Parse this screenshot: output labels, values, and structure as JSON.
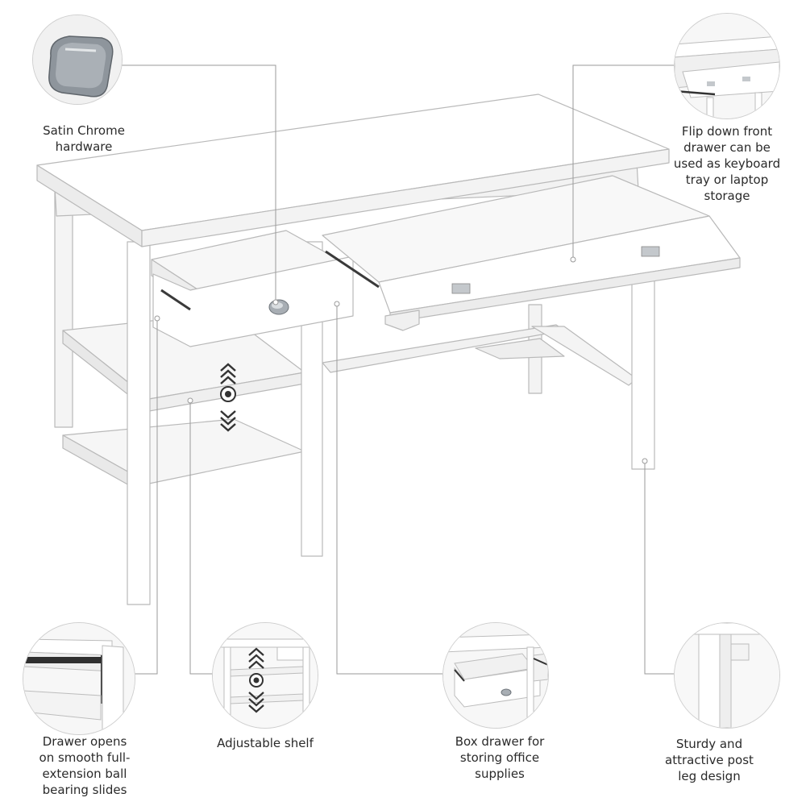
{
  "callouts": {
    "hardware": {
      "lines": [
        "Satin Chrome",
        "hardware"
      ]
    },
    "flip_drawer": {
      "lines": [
        "Flip down front",
        "drawer can be",
        "used as keyboard",
        "tray or laptop",
        "storage"
      ]
    },
    "slides": {
      "lines": [
        "Drawer opens",
        "on smooth full-",
        "extension ball",
        "bearing slides"
      ]
    },
    "shelf": {
      "lines": [
        "Adjustable shelf"
      ]
    },
    "box_drawer": {
      "lines": [
        "Box drawer for",
        "storing office",
        "supplies"
      ]
    },
    "leg": {
      "lines": [
        "Sturdy and",
        "attractive post",
        "leg design"
      ]
    }
  },
  "colors": {
    "desk_white": "#ffffff",
    "desk_shade": "#e9e9e9",
    "outline": "#b9b9b9",
    "leader_line": "#9a9a9a",
    "chrome": "#9aa0a6"
  }
}
